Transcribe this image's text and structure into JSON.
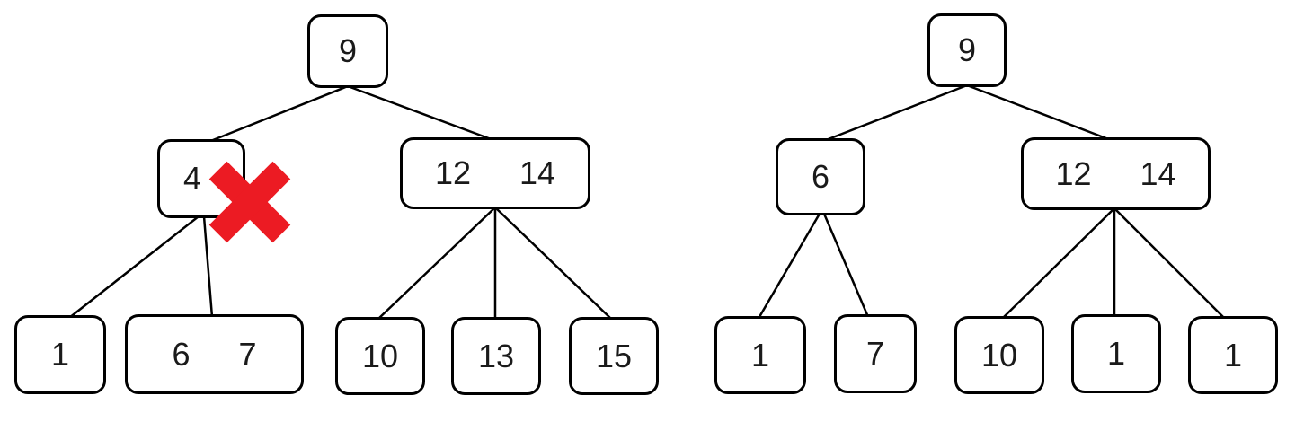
{
  "colors": {
    "node_border": "#000000",
    "node_fill": "#ffffff",
    "edge": "#000000",
    "cross_red": "#ec1b23"
  },
  "left_tree": {
    "nodes": {
      "root": {
        "keys": [
          "9"
        ]
      },
      "child_left": {
        "keys": [
          "4"
        ]
      },
      "child_right": {
        "keys": [
          "12",
          "14"
        ]
      },
      "leaf_a": {
        "keys": [
          "1"
        ]
      },
      "leaf_b": {
        "keys": [
          "6",
          "7"
        ]
      },
      "leaf_c": {
        "keys": [
          "10"
        ]
      },
      "leaf_d": {
        "keys": [
          "13"
        ]
      },
      "leaf_e": {
        "keys": [
          "15"
        ]
      }
    }
  },
  "right_tree": {
    "nodes": {
      "root": {
        "keys": [
          "9"
        ]
      },
      "child_left": {
        "keys": [
          "6"
        ]
      },
      "child_right": {
        "keys": [
          "12",
          "14"
        ]
      },
      "leaf_a": {
        "keys": [
          "1"
        ]
      },
      "leaf_b": {
        "keys": [
          "7"
        ]
      },
      "leaf_c": {
        "keys": [
          "10"
        ]
      },
      "leaf_d": {
        "keys": [
          "1"
        ]
      },
      "leaf_e": {
        "keys": [
          "1"
        ]
      }
    }
  }
}
